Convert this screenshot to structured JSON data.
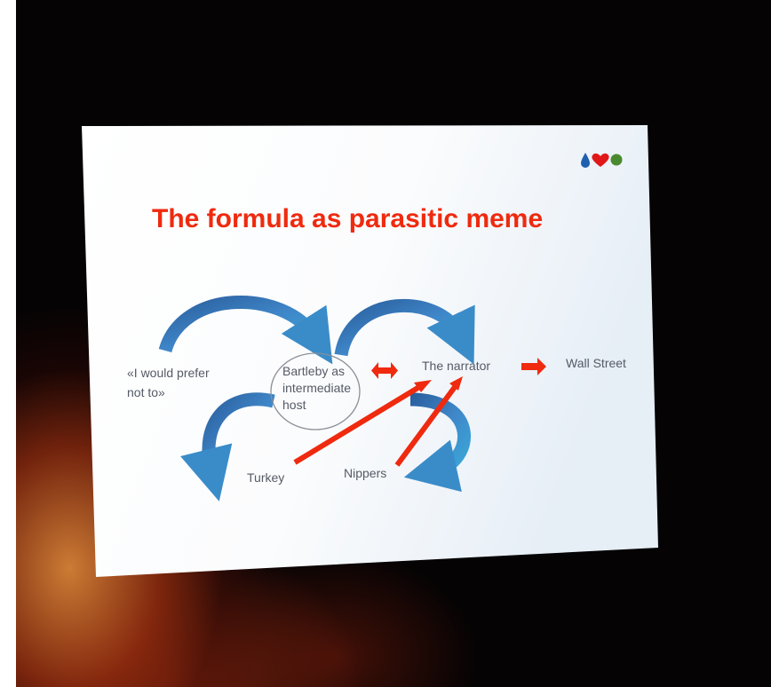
{
  "slide": {
    "title": "The formula as parasitic meme",
    "footer": "",
    "nodes": {
      "phrase": [
        "«I would prefer",
        "not to»"
      ],
      "bartleby": [
        "Bartleby as",
        "intermediate",
        "host"
      ],
      "narrator": "The narrator",
      "wall_street": "Wall Street",
      "turkey": "Turkey",
      "nippers": "Nippers"
    }
  },
  "colors": {
    "title": "#ef2a0f",
    "blue_arrow": "#2f6fb0",
    "red_arrow": "#ef2a0f",
    "slide_bg": "#ffffff",
    "room": "#050304"
  },
  "icons": [
    "blue-drop-icon",
    "red-heart-icon",
    "green-dot-icon"
  ]
}
